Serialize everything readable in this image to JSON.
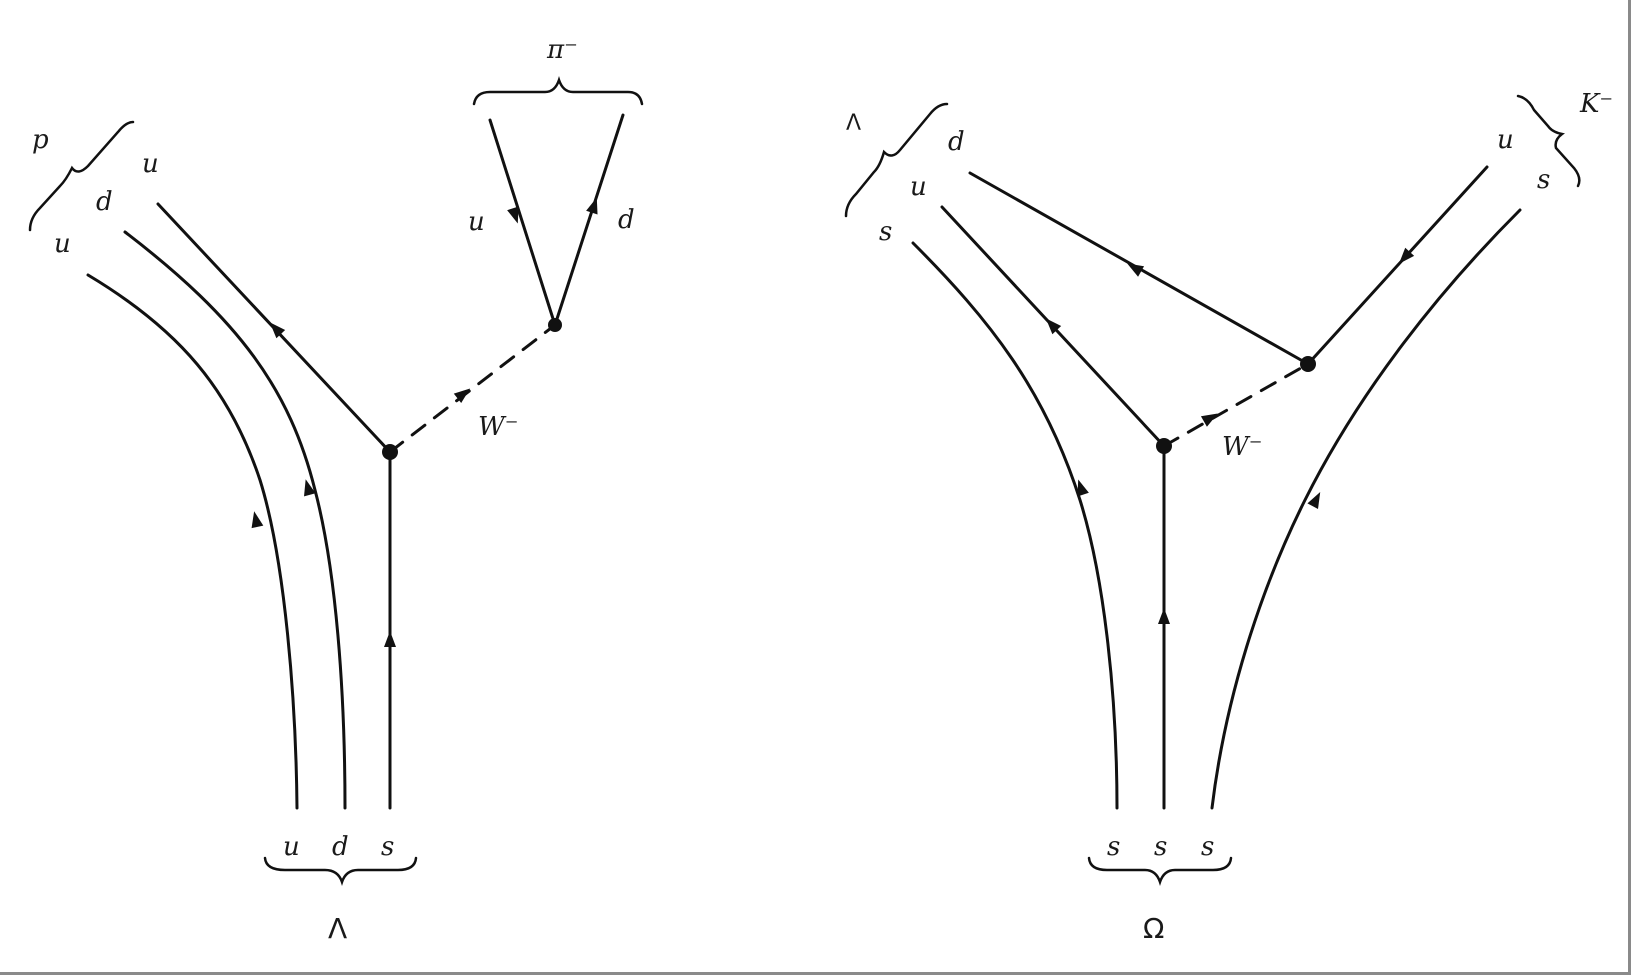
{
  "diagrams": {
    "lambda_decay": {
      "initial_label": "Λ",
      "initial_quarks": [
        "u",
        "d",
        "s"
      ],
      "final_baryon_label": "p",
      "final_quarks": [
        "u",
        "d",
        "u"
      ],
      "boson_label": "W⁻",
      "meson_label": "π⁻",
      "meson_quarks": [
        "u",
        "d"
      ]
    },
    "omega_decay": {
      "initial_label": "Ω",
      "initial_quarks": [
        "s",
        "s",
        "s"
      ],
      "final_baryon_label": "Λ",
      "final_quarks": [
        "d",
        "u",
        "s"
      ],
      "boson_label": "W⁻",
      "meson_label": "K⁻",
      "meson_quarks": [
        "u",
        "s"
      ]
    }
  }
}
